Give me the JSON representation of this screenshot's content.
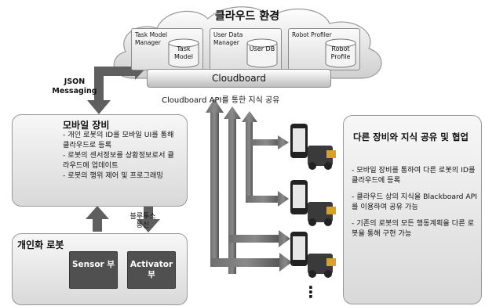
{
  "cloud": {
    "title": "클라우드 환경",
    "services": [
      {
        "label": "Task Model Manager",
        "db_label": "Task Model"
      },
      {
        "label": "User Data Manager",
        "db_label": "User DB"
      },
      {
        "label": "Robot Profiler",
        "db_label": "Robot Profile"
      }
    ],
    "cloudboard_label": "Cloudboard",
    "api_label": "Cloudboard API를 통한 지식 공유"
  },
  "json_label": "JSON Messaging",
  "mobile": {
    "title": "모바일 장비",
    "items": [
      "- 개인 로봇의 ID를 모바일 UI를 통해 클라우드로 등록",
      "- 로봇의 센서정보를 상황정보로서 클라우드에 업데이트",
      "- 로봇의 행위 제어 및 프로그래밍"
    ]
  },
  "bluetooth_label": "블루투스 통신",
  "robot": {
    "title": "개인화 로봇",
    "sensor_label": "Sensor 부",
    "activator_label": "Activator 부"
  },
  "share": {
    "title": "다른 장비와 지식 공유 및 협업",
    "items": [
      "- 모바일 장비를 통하여 다른 로봇의 ID를 클라우드에 등록",
      "- 클라우드 상의 지식을 Blackboard API를 이용하여 공유 가능",
      "- 기존의 로봇의 모든 행동계획을 다른 로봇을 통해 구현 가능"
    ]
  },
  "ellipsis": "⋮",
  "colors": {
    "arrow": "#5a5a5a",
    "dark_box": "#505050",
    "panel": "#e6e6e6"
  }
}
